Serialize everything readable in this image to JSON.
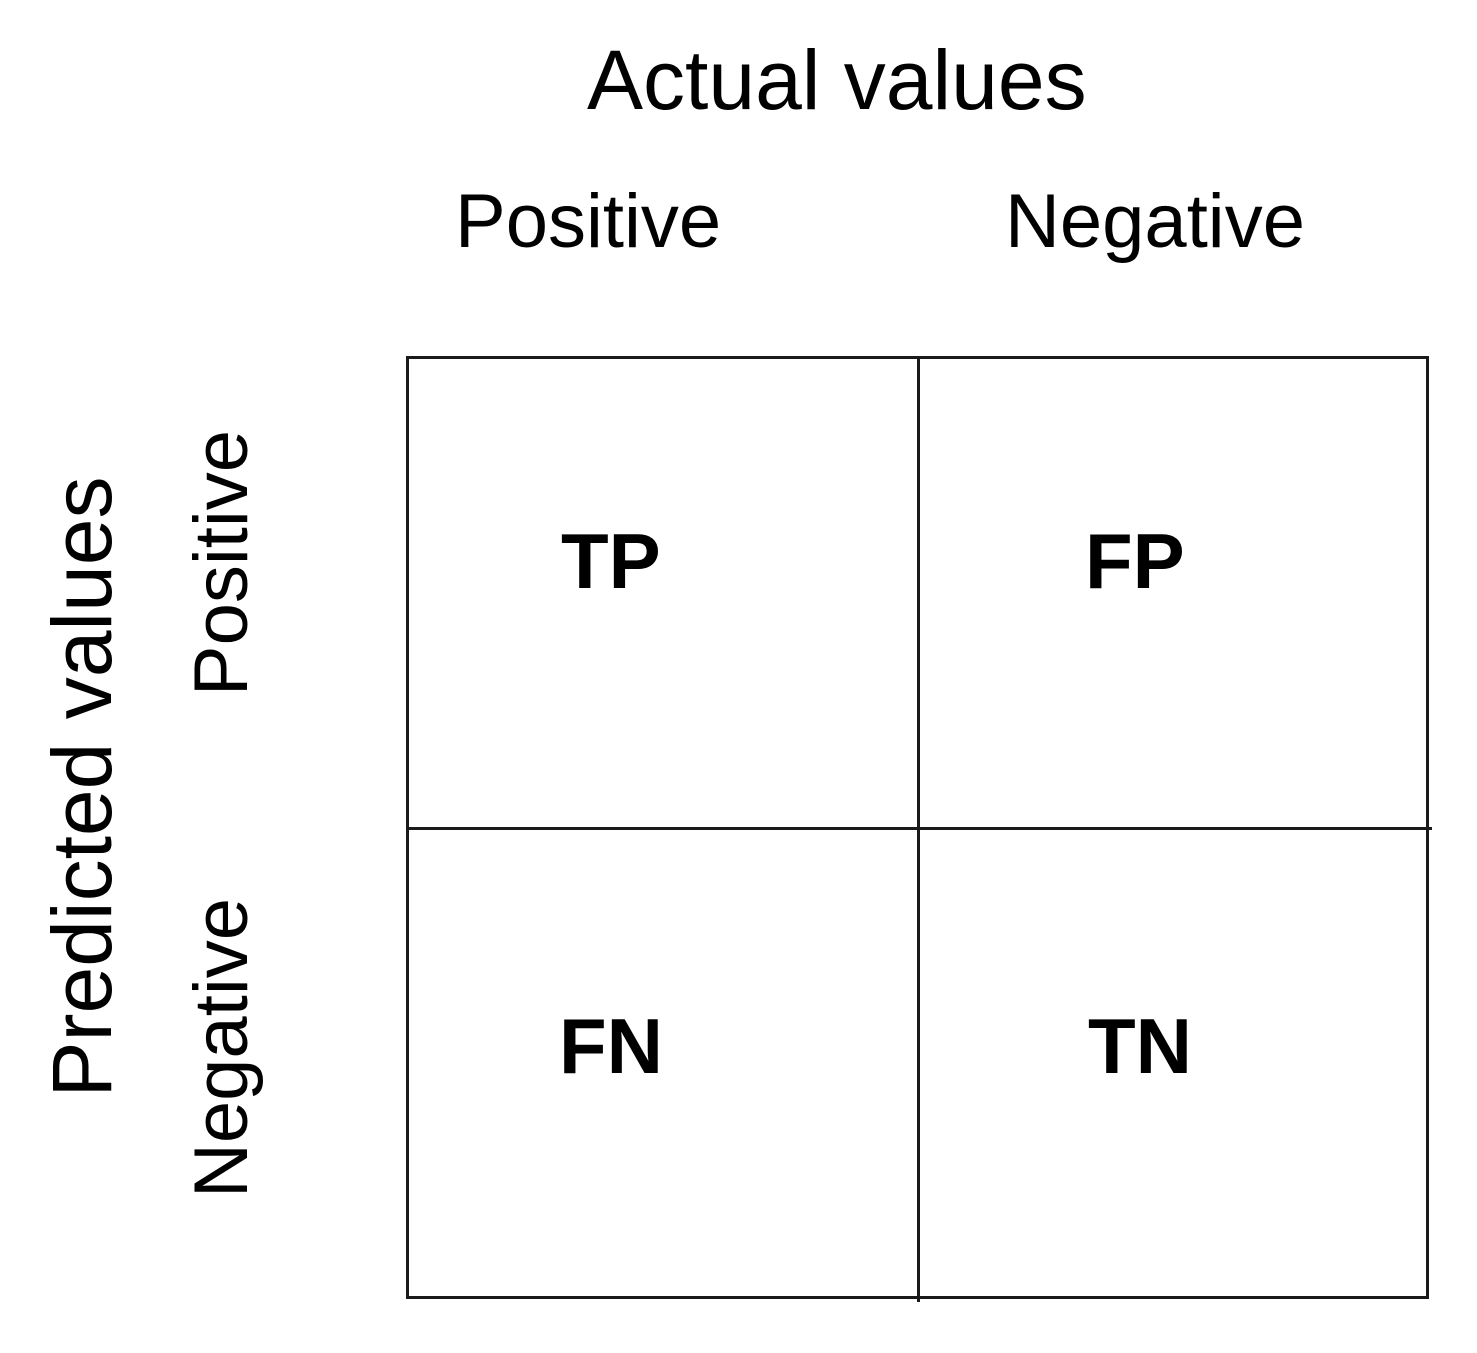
{
  "axes": {
    "actual_title": "Actual values",
    "predicted_title": "Predicted values"
  },
  "columns": {
    "positive": "Positive",
    "negative": "Negative"
  },
  "rows": {
    "positive": "Positive",
    "negative": "Negative"
  },
  "cells": {
    "tp": "TP",
    "fp": "FP",
    "fn": "FN",
    "tn": "TN"
  }
}
